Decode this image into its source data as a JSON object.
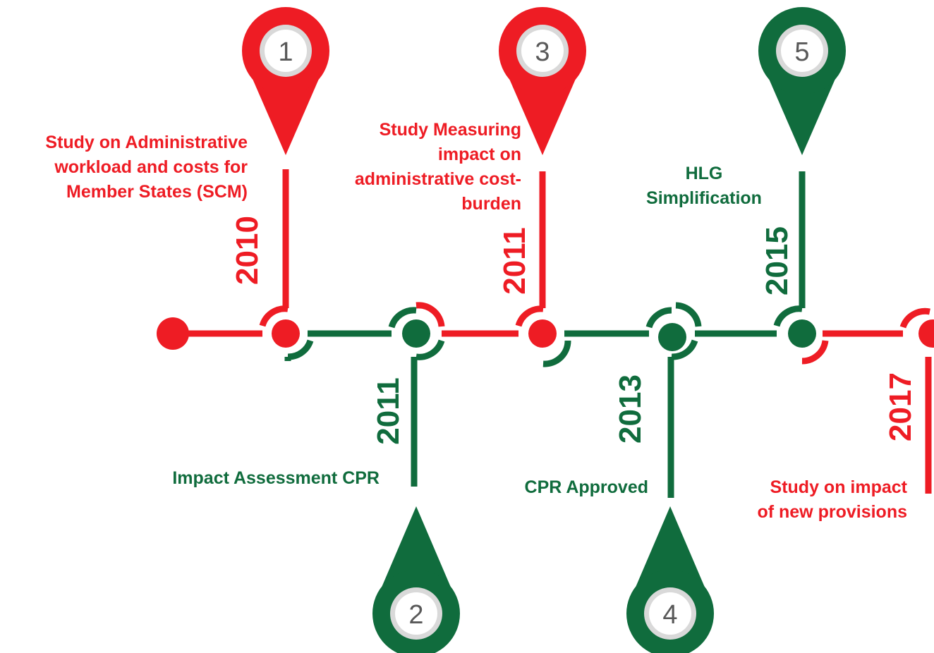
{
  "colors": {
    "red": "#ee1c24",
    "green": "#106c3d",
    "number_ring": "#d9d9d9",
    "number_text": "#595959"
  },
  "milestones": [
    {
      "number": "1",
      "year": "2010",
      "color": "red",
      "label": [
        "Study on Administrative",
        "workload and costs for",
        "Member States (SCM)"
      ]
    },
    {
      "number": "2",
      "year": "2011",
      "color": "green",
      "label": [
        "Impact Assessment CPR"
      ]
    },
    {
      "number": "3",
      "year": "2011",
      "color": "red",
      "label": [
        "Study Measuring",
        "impact on",
        "administrative cost-",
        "burden"
      ]
    },
    {
      "number": "4",
      "year": "2013",
      "color": "green",
      "label": [
        "CPR Approved"
      ]
    },
    {
      "number": "5",
      "year": "2015",
      "color": "green",
      "label": [
        "HLG",
        "Simplification"
      ]
    },
    {
      "number": "",
      "year": "2017",
      "color": "red",
      "label": [
        "Study on impact",
        "of new provisions"
      ]
    }
  ]
}
